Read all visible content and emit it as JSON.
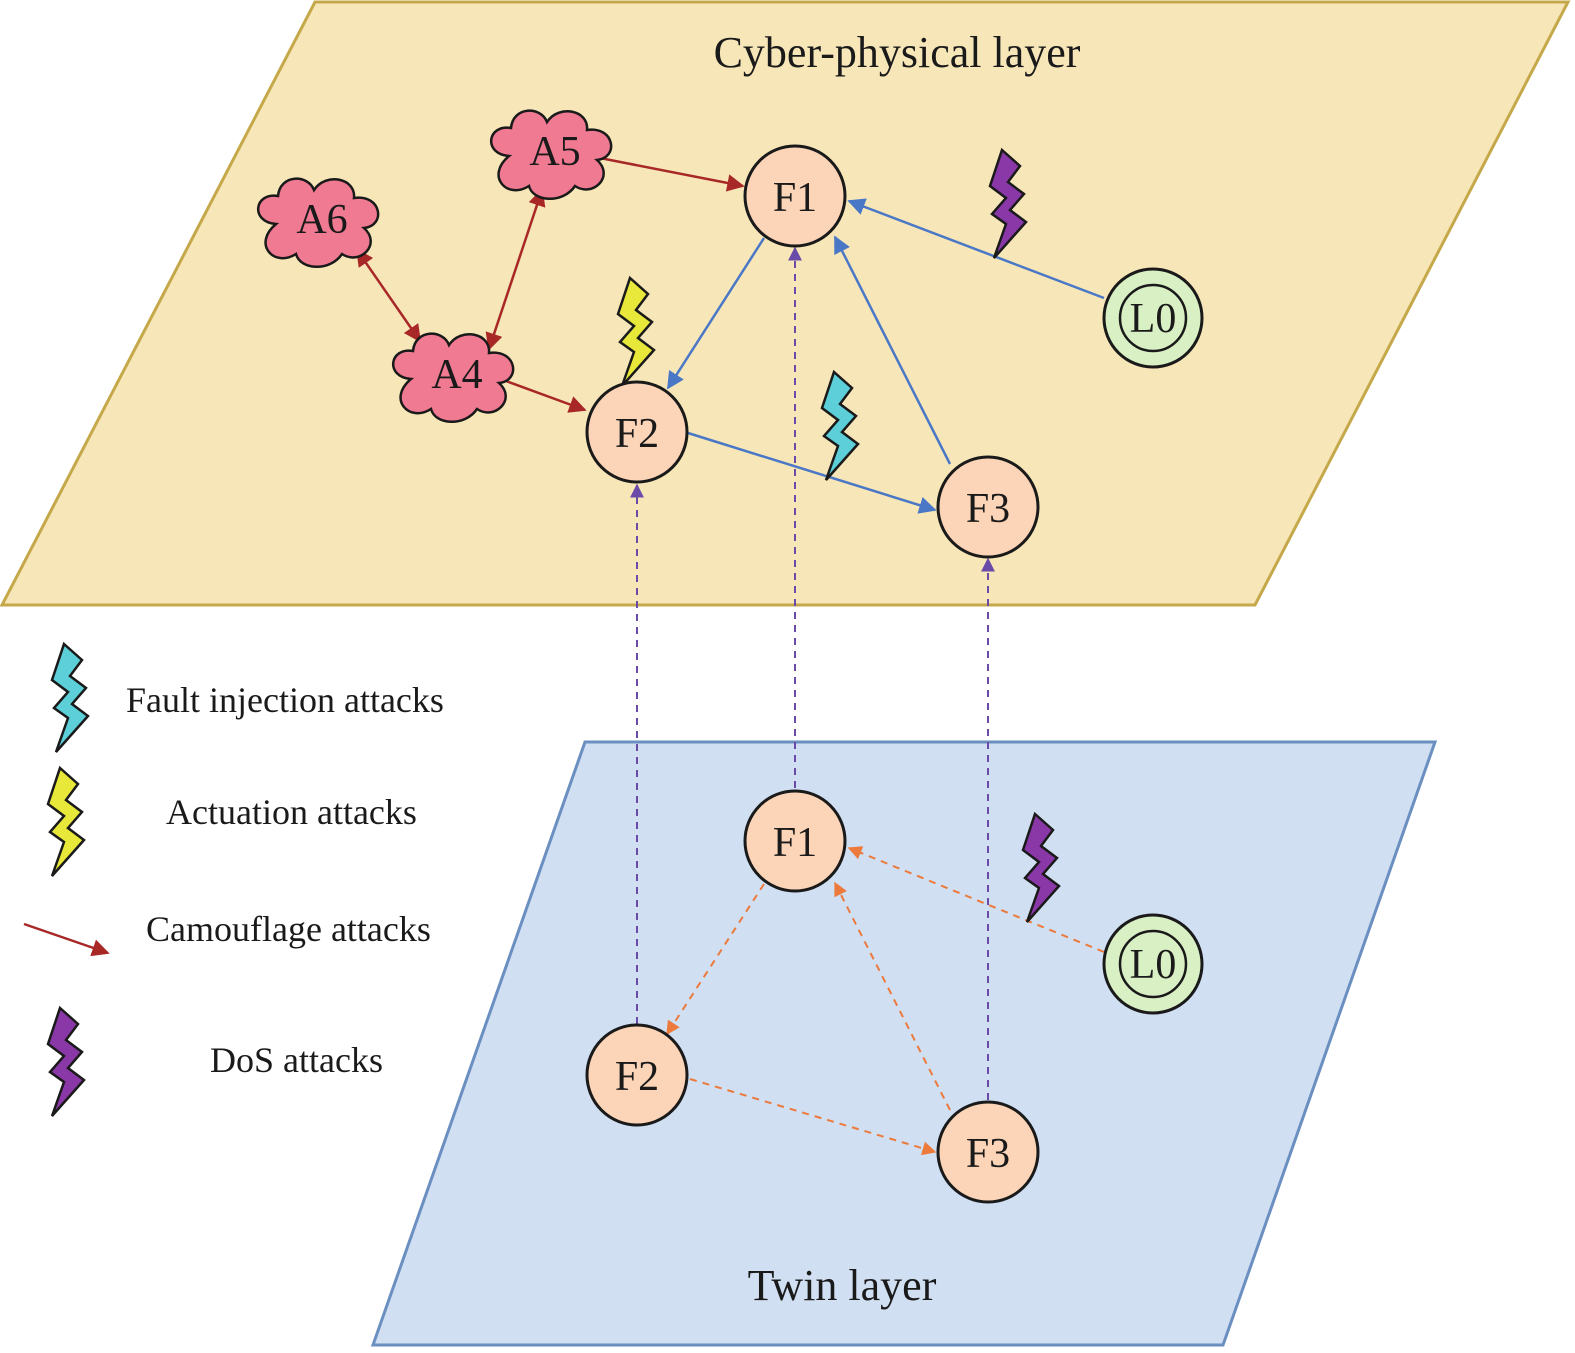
{
  "layers": {
    "cyber": {
      "title": "Cyber-physical layer",
      "fill": "#f7e6b8",
      "stroke": "#c4a84a"
    },
    "twin": {
      "title": "Twin layer",
      "fill": "#d0dff2",
      "stroke": "#6a8fc0"
    }
  },
  "colors": {
    "follower_fill": "#fcd5b8",
    "leader_fill": "#d9f0c4",
    "attacker_fill": "#f07a92",
    "physical_edge": "#4a78c6",
    "camouflage_edge": "#a82828",
    "twin_edge": "#ec7a3c",
    "sync_edge": "#6a4ca8",
    "fault_bolt": "#5ccfd8",
    "actuation_bolt": "#e8e83a",
    "dos_bolt": "#8a38a8"
  },
  "cyber_nodes": {
    "F1": "F1",
    "F2": "F2",
    "F3": "F3",
    "L0": "L0",
    "A4": "A4",
    "A5": "A5",
    "A6": "A6"
  },
  "twin_nodes": {
    "F1": "F1",
    "F2": "F2",
    "F3": "F3",
    "L0": "L0"
  },
  "legend": [
    {
      "label": "Fault injection attacks",
      "icon": "cyan-lightning-icon"
    },
    {
      "label": "Actuation attacks",
      "icon": "yellow-lightning-icon"
    },
    {
      "label": "Camouflage attacks",
      "icon": "red-arrow-icon"
    },
    {
      "label": "DoS attacks",
      "icon": "purple-lightning-icon"
    }
  ]
}
